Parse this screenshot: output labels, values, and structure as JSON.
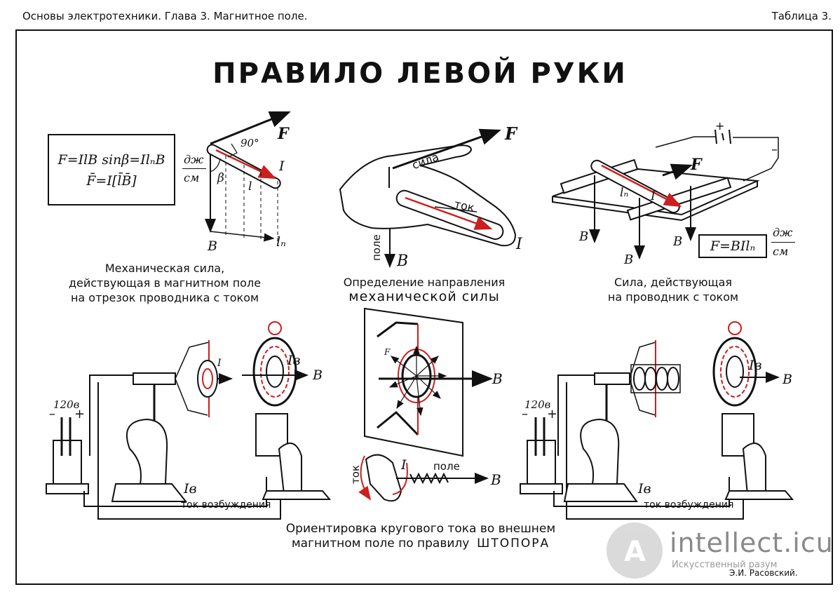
{
  "header": {
    "left": "Основы электротехники. Глава 3. Магнитное поле.",
    "right": "Таблица 3."
  },
  "title": "ПРАВИЛО ЛЕВОЙ РУКИ",
  "panel1": {
    "formula1": "F=IlB sinβ=IlₙB",
    "formula2": "F̄=I[l̄B̄]",
    "unit_top": "дж",
    "unit_bottom": "см",
    "label_F": "F",
    "label_90": "90°",
    "label_I": "I",
    "label_beta": "β",
    "label_l": "l",
    "label_B": "B",
    "label_ln": "lₙ",
    "caption": [
      "Механическая сила,",
      "действующая в магнитном поле",
      "на отрезок проводника с током"
    ]
  },
  "panel2": {
    "label_F": "F",
    "label_sila": "сила",
    "label_tok": "ток",
    "label_pole": "поле",
    "label_B": "B",
    "label_I": "I",
    "caption_line1": "Определение направления",
    "caption_line2": "механической силы"
  },
  "panel3": {
    "label_plus": "+",
    "label_minus": "–",
    "label_F": "F",
    "label_ln": "lₙ",
    "label_I": "I",
    "label_B_left": "B",
    "label_B_mid": "B",
    "label_B_bottom": "B",
    "formula": "F=BIlₙ",
    "unit_top": "дж",
    "unit_bottom": "см",
    "caption": [
      "Сила, действующая",
      "на проводник с током"
    ]
  },
  "bottom_left": {
    "voltage": "120в",
    "minus": "–",
    "plus": "+",
    "label_I": "I",
    "label_Ib": "Iв",
    "label_B": "B",
    "label_Ib2": "Iв",
    "label_tok_vozb": "ток возбуждения"
  },
  "bottom_center": {
    "label_B": "B",
    "label_F": "F",
    "label_tok": "ток",
    "label_I": "I",
    "label_pole": "поле",
    "label_B2": "B"
  },
  "bottom_right": {
    "voltage": "120в",
    "minus": "–",
    "plus": "+",
    "label_Ib": "Iв",
    "label_B": "B",
    "label_Ib2": "Iв",
    "label_tok_vozb": "ток возбуждения"
  },
  "bottom_caption": {
    "line1": "Ориентировка кругового тока во внешнем",
    "line2": "магнитном поле по правилу",
    "line2_word": "ШТОПОРА"
  },
  "author": "Э.И. Расовский.",
  "watermark": {
    "text": "intellect.icu",
    "sub": "Искусственный разум"
  },
  "colors": {
    "ink": "#111111",
    "red": "#cc1f1f",
    "paper": "#ffffff"
  }
}
